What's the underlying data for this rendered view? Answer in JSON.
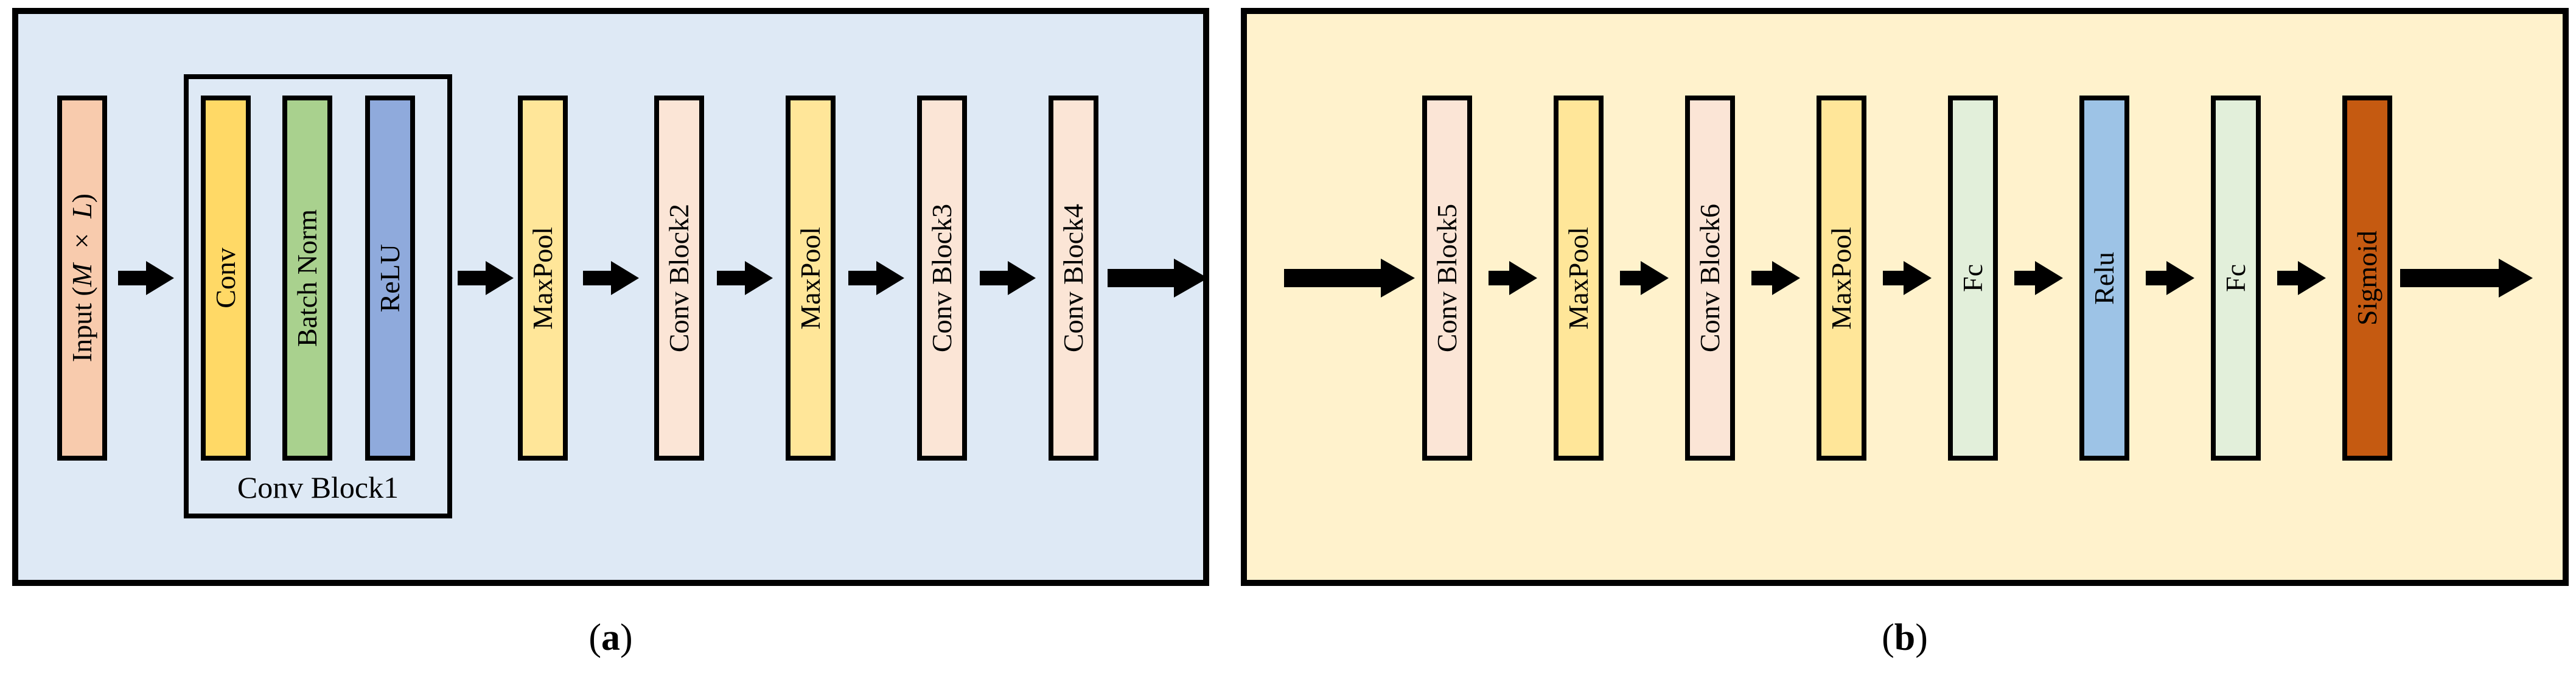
{
  "figure": {
    "type": "cnn-architecture-diagram",
    "panels": [
      "a",
      "b"
    ]
  },
  "panel_a": {
    "background": "#DEE9F5",
    "caption": {
      "open": "(",
      "letter": "a",
      "close": ")"
    },
    "input": {
      "prefix": "Input (",
      "m": "M",
      "times": " × ",
      "l": "L",
      "suffix": ")",
      "color": "#F8CBAD"
    },
    "conv_block1": {
      "label": "Conv Block1",
      "bars": [
        {
          "label": "Conv",
          "color": "#FFD966"
        },
        {
          "label": "Batch Norm",
          "color": "#A9D18E"
        },
        {
          "label": "ReLU",
          "color": "#8FAADC"
        }
      ]
    },
    "nodes": [
      {
        "label": "MaxPool",
        "color": "#FFE699"
      },
      {
        "label": "Conv Block2",
        "color": "#FBE5D6"
      },
      {
        "label": "MaxPool",
        "color": "#FFE699"
      },
      {
        "label": "Conv Block3",
        "color": "#FBE5D6"
      },
      {
        "label": "Conv Block4",
        "color": "#FBE5D6"
      }
    ]
  },
  "panel_b": {
    "background": "#FFF2CC",
    "caption": {
      "open": "(",
      "letter": "b",
      "close": ")"
    },
    "nodes": [
      {
        "label": "Conv Block5",
        "color": "#FBE5D6"
      },
      {
        "label": "MaxPool",
        "color": "#FFE699"
      },
      {
        "label": "Conv Block6",
        "color": "#FBE5D6"
      },
      {
        "label": "MaxPool",
        "color": "#FFE699"
      },
      {
        "label": "Fc",
        "color": "#E2EFDA"
      },
      {
        "label": "Relu",
        "color": "#9DC3E6"
      },
      {
        "label": "Fc",
        "color": "#E2EFDA"
      },
      {
        "label": "Sigmoid",
        "color": "#C55A11"
      }
    ]
  }
}
